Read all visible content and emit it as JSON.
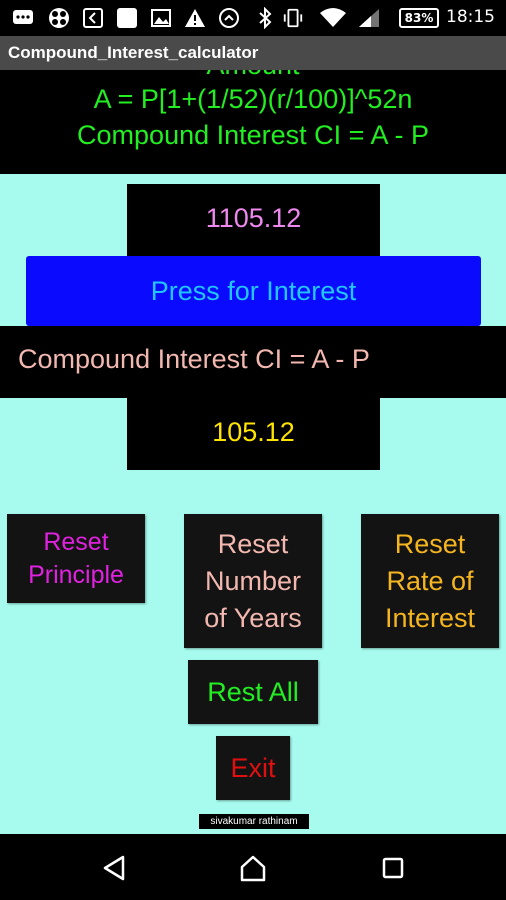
{
  "status_bar": {
    "battery": "83%",
    "time": "18:15",
    "icons": [
      "message-icon",
      "apps-icon",
      "back-box-icon",
      "blank-square-icon",
      "image-icon",
      "warning-icon",
      "sim-icon",
      "bluetooth-icon",
      "vibrate-icon",
      "wifi-icon",
      "signal-icon",
      "battery-icon"
    ]
  },
  "app": {
    "title": "Compound_Interest_calculator"
  },
  "formula": {
    "line0": "Amount",
    "line1": "A = P[1+(1/52)(r/100)]^52n",
    "line2": "Compound Interest CI = A - P"
  },
  "amount": {
    "value": "1105.12"
  },
  "press_button": {
    "label": "Press for Interest"
  },
  "ci": {
    "label": "Compound Interest CI = A - P",
    "value": "105.12"
  },
  "buttons": {
    "reset_principle": {
      "line1": "Reset",
      "line2": "Principle"
    },
    "reset_years": {
      "line1": "Reset",
      "line2": "Number",
      "line3": "of Years"
    },
    "reset_rate": {
      "line1": "Reset",
      "line2": "Rate of",
      "line3": "Interest"
    },
    "reset_all": "Rest All",
    "exit": "Exit"
  },
  "credit": "sivakumar rathinam",
  "colors": {
    "content_bg": "#a6fbee",
    "formula_text": "#22ee22",
    "press_button_bg": "#0a0aff",
    "press_button_text": "#22c6ff",
    "amount_text": "#ee88ee",
    "ci_value_text": "#ffe400",
    "ci_label_text": "#f2b8b0",
    "reset_principle_text": "#e022e0",
    "reset_rate_text": "#f5b51f",
    "exit_text": "#e01010"
  },
  "nav": {
    "back": "back-triangle-icon",
    "home": "home-icon",
    "recent": "recent-apps-icon"
  }
}
